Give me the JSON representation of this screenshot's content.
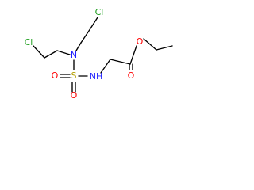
{
  "molecule": {
    "atoms": {
      "cl_top": "Cl",
      "cl_left": "Cl",
      "n_amine": "N",
      "s_sulfonyl": "S",
      "o_sulfonyl_left": "O",
      "o_sulfonyl_bottom": "O",
      "nh_sulfonamide": "NH",
      "o_ester_single": "O",
      "o_ester_double": "O"
    },
    "colors": {
      "bond": "#000000",
      "chlorine": "#1f9f1f",
      "nitrogen": "#1f1fff",
      "sulfur": "#b5a000",
      "oxygen": "#ff0000"
    }
  }
}
